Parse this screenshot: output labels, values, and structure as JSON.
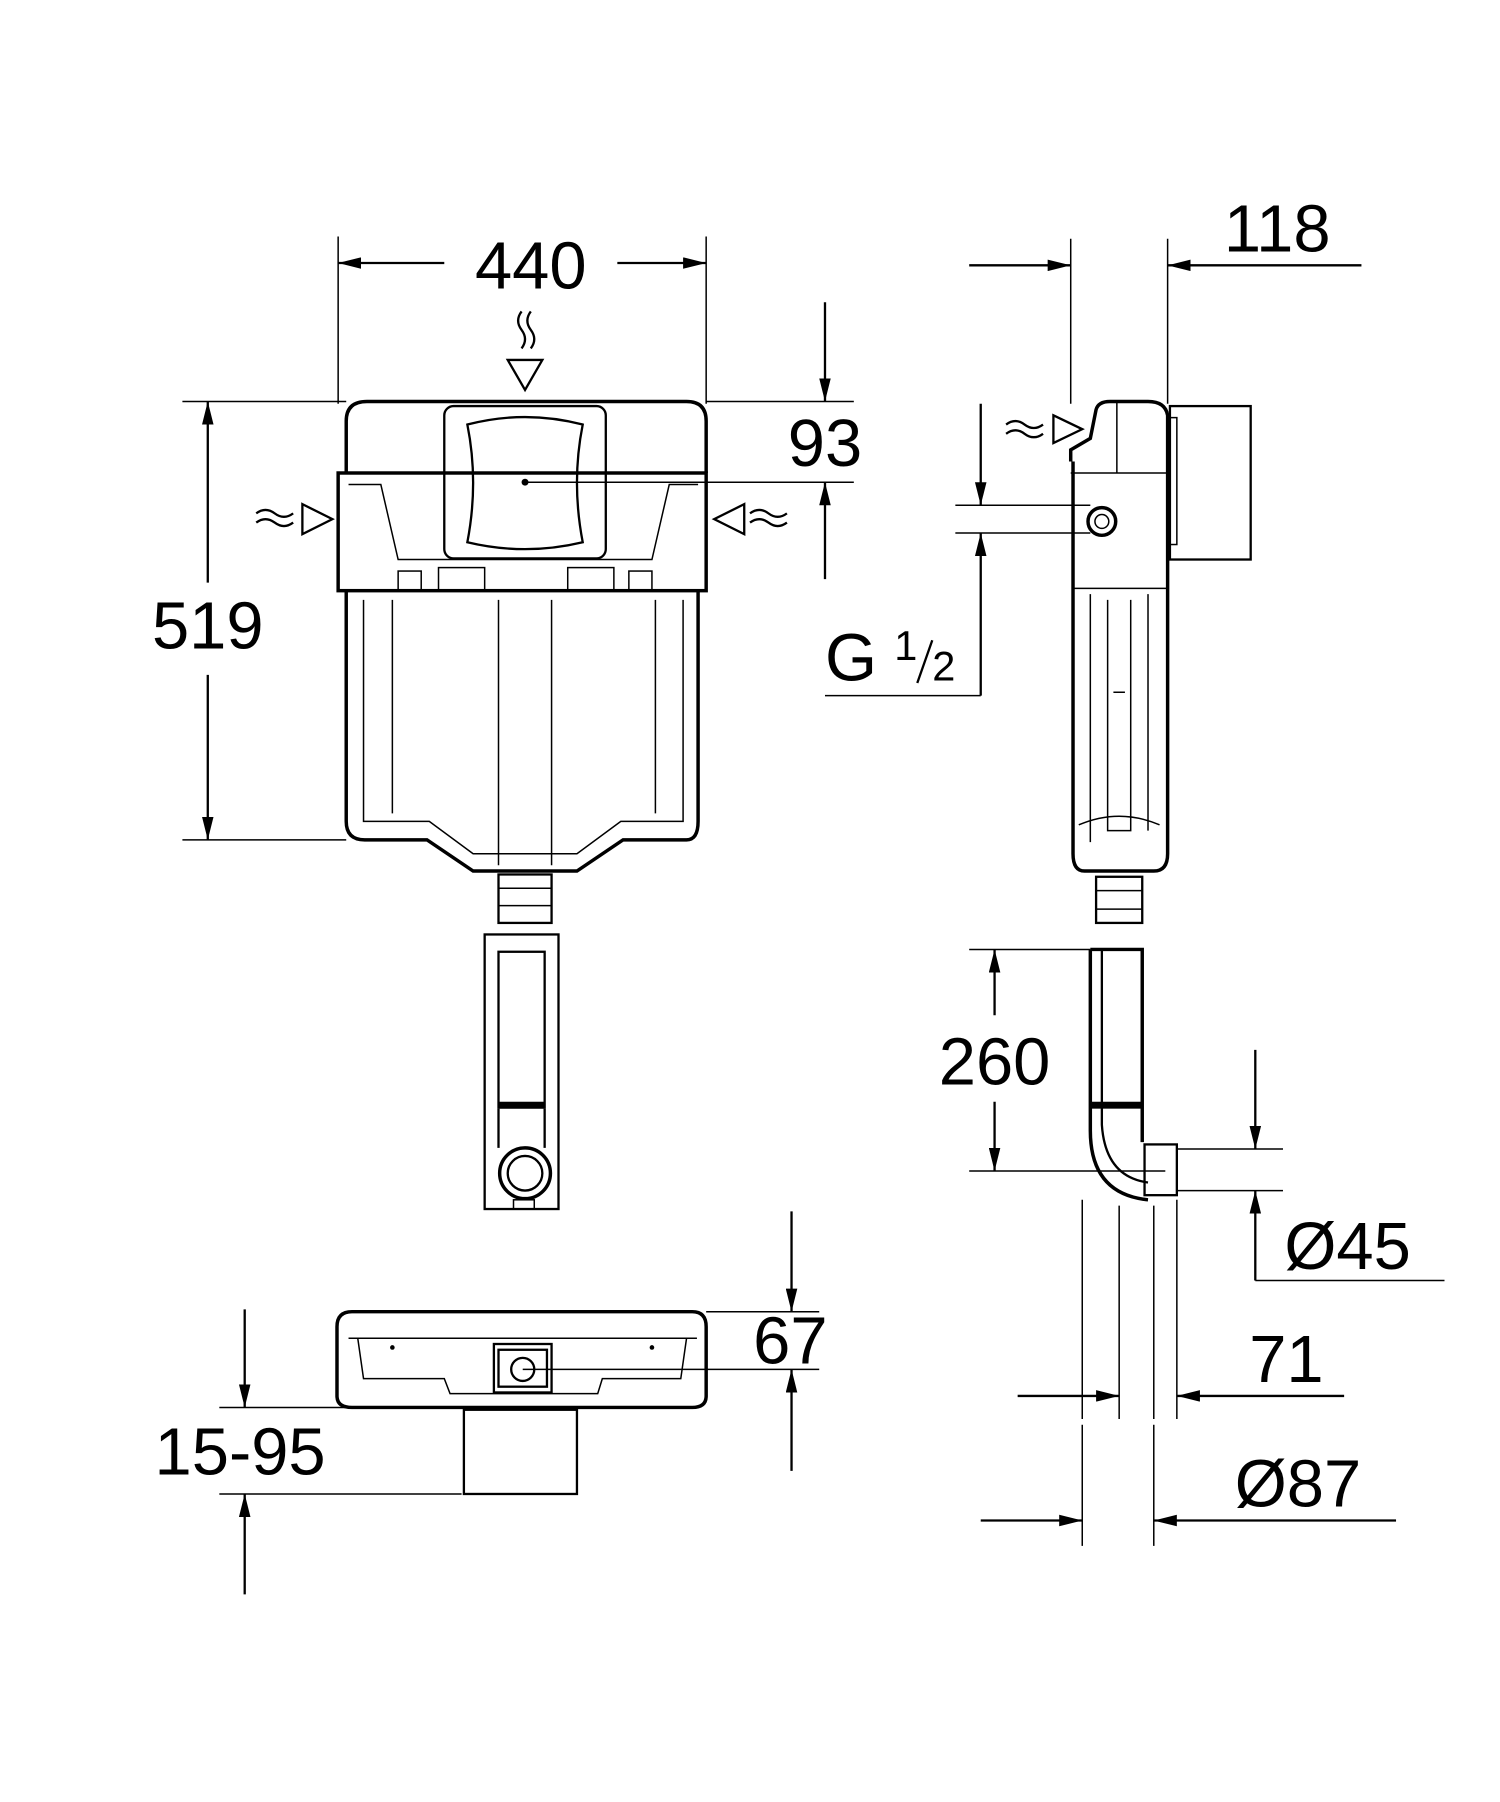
{
  "title": "Concealed cistern dimension drawing",
  "dimensions": {
    "width": "440",
    "inlet_height": "93",
    "height": "519",
    "depth": "118",
    "thread_label": "G",
    "thread_num": "1",
    "thread_den": "2",
    "pipe_length": "260",
    "outlet_diameter": "Ø45",
    "offset": "71",
    "pipe_diameter": "Ø87",
    "top_depth": "67",
    "adjust_range": "15-95"
  }
}
